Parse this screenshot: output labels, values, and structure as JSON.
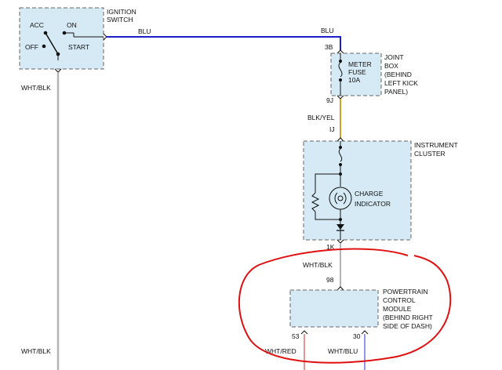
{
  "ignition_switch": {
    "title_line1": "IGNITION",
    "title_line2": "SWITCH",
    "acc": "ACC",
    "on": "ON",
    "off": "OFF",
    "start": "START"
  },
  "wires": {
    "blu_top_left": "BLU",
    "blu_top_right": "BLU",
    "wht_blk_left_top": "WHT/BLK",
    "wht_blk_left_bottom": "WHT/BLK",
    "blk_yel": "BLK/YEL",
    "wht_blk_mid": "WHT/BLK",
    "wht_red": "WHT/RED",
    "wht_blu": "WHT/BLU"
  },
  "pins": {
    "p3b": "3B",
    "p9j": "9J",
    "pij": "IJ",
    "p1k": "1K",
    "p98": "98",
    "p53": "53",
    "p30": "30"
  },
  "joint_box": {
    "fuse_line1": "METER",
    "fuse_line2": "FUSE",
    "fuse_line3": "10A",
    "label_line1": "JOINT",
    "label_line2": "BOX",
    "label_line3": "(BEHIND",
    "label_line4": "LEFT KICK",
    "label_line5": "PANEL)"
  },
  "instrument_cluster": {
    "label_line1": "INSTRUMENT",
    "label_line2": "CLUSTER",
    "indicator_line1": "CHARGE",
    "indicator_line2": "INDICATOR"
  },
  "pcm": {
    "label_line1": "POWERTRAIN",
    "label_line2": "CONTROL",
    "label_line3": "MODULE",
    "label_line4": "(BEHIND RIGHT",
    "label_line5": "SIDE OF DASH)"
  },
  "colors": {
    "box_fill": "#d6eaf5",
    "box_border": "#666666",
    "blue_wire": "#1e1ec8",
    "yellow_wire": "#c9a227",
    "gray_wire": "#b4b4b4",
    "red_wire": "#e07070",
    "blu_wire_thin": "#7070e0",
    "annotation": "#e01010"
  }
}
